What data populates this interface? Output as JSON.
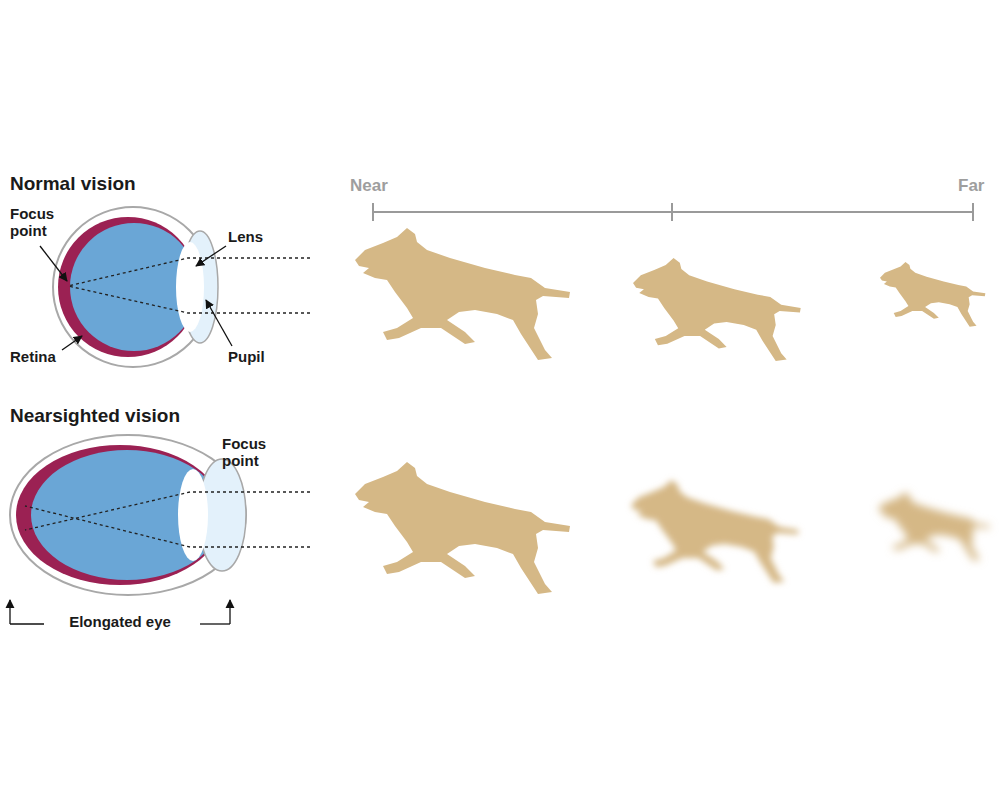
{
  "diagram": {
    "labels": [
      "Normal vision",
      "Focus point",
      "Lens",
      "Retina",
      "Pupil",
      "Near",
      "Far",
      "Nearsighted vision",
      "Focus point",
      "Elongated eye"
    ]
  }
}
